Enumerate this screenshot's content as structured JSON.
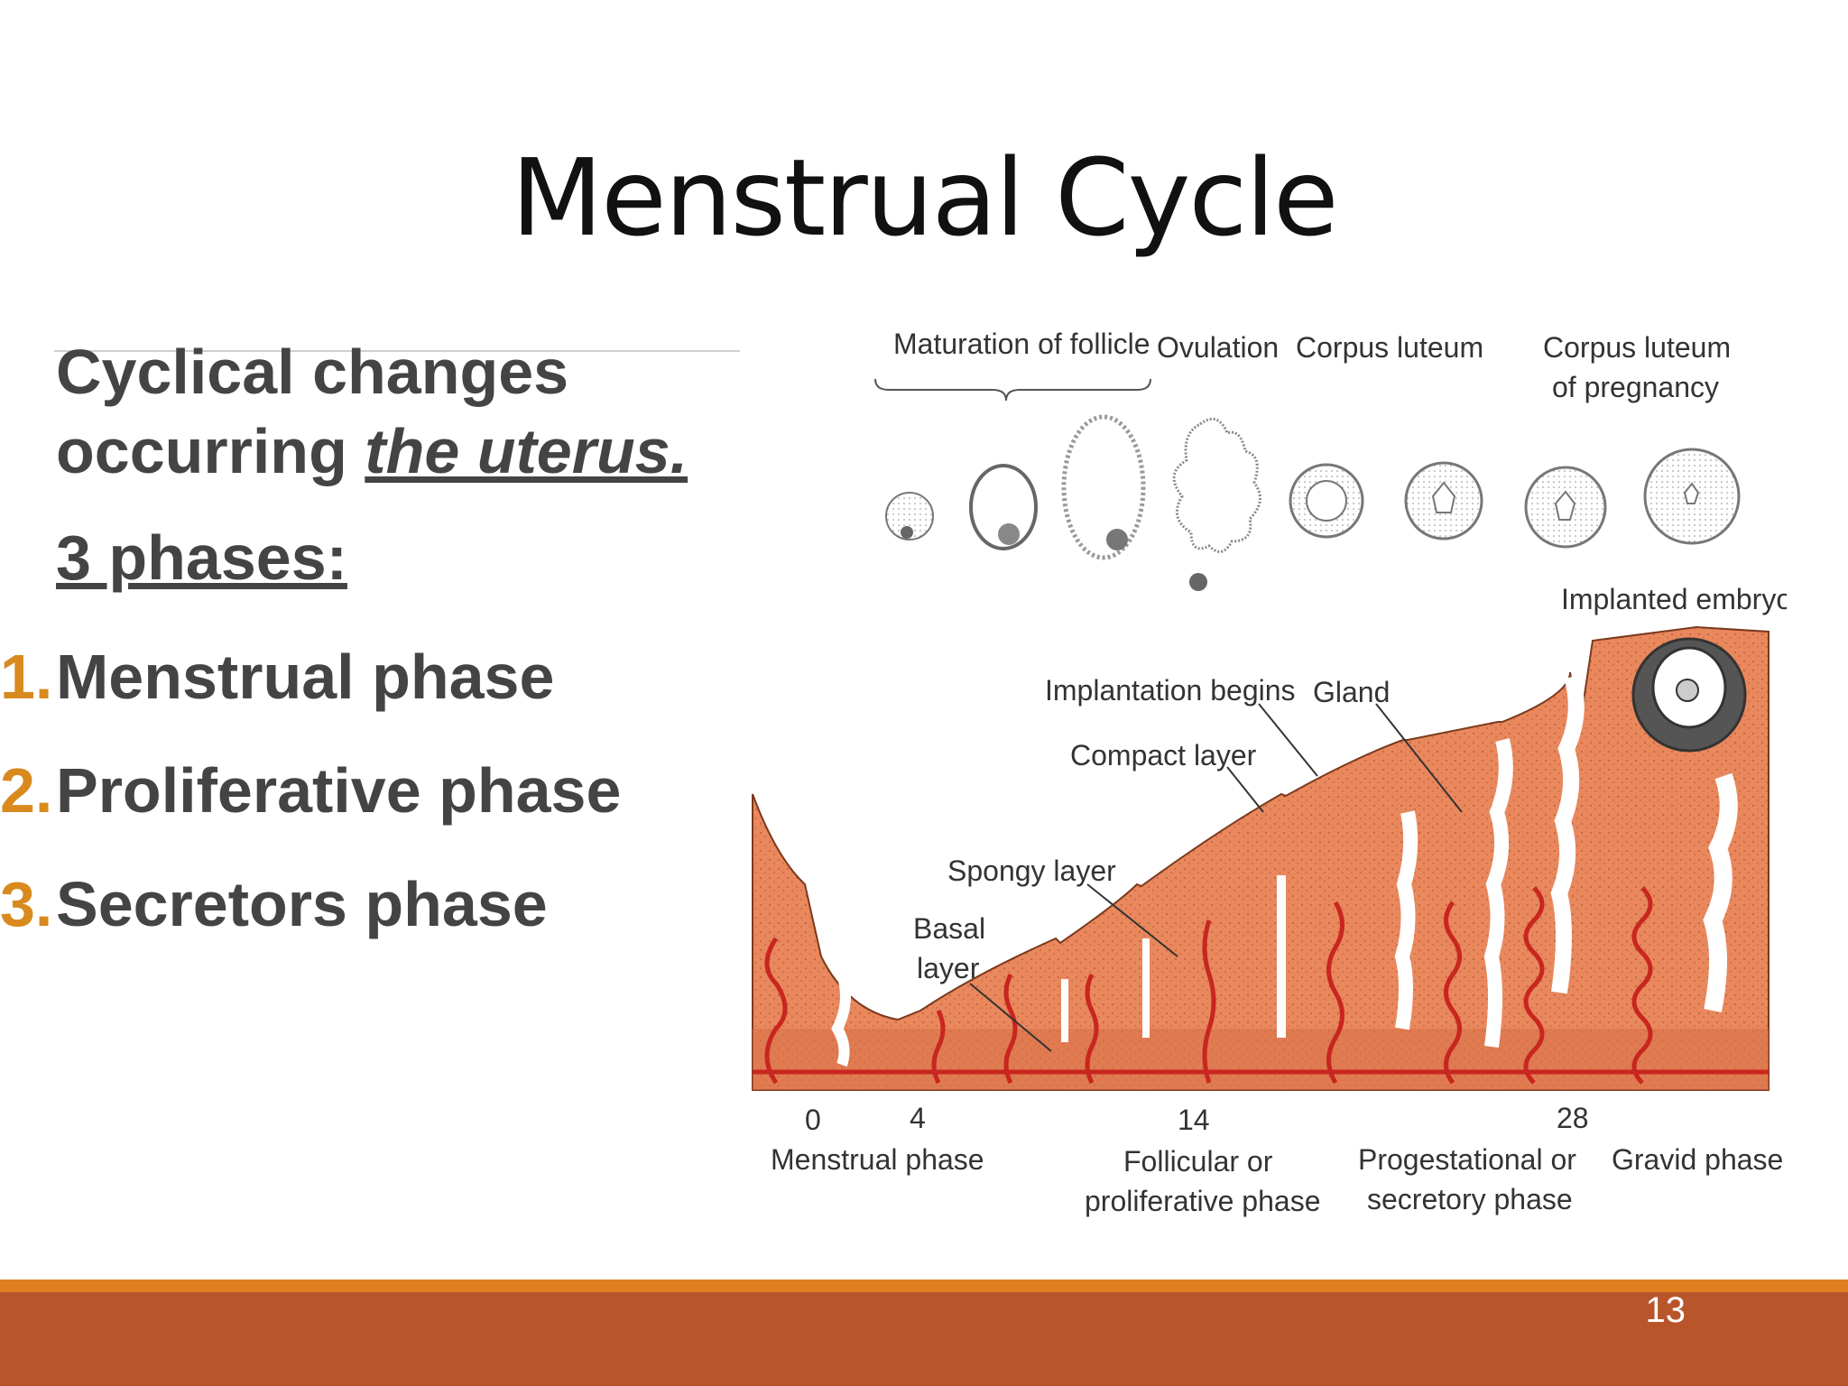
{
  "title": "Menstrual Cycle",
  "intro": {
    "line1": "Cyclical changes",
    "line2_plain": "occurring ",
    "line2_emph": "the uterus."
  },
  "phases_heading": "3 phases:",
  "phases": [
    {
      "num": "1.",
      "label": "Menstrual phase"
    },
    {
      "num": "2.",
      "label": "Proliferative phase"
    },
    {
      "num": "3.",
      "label": "Secretors phase"
    }
  ],
  "diagram": {
    "ovary_labels": {
      "maturation": "Maturation of follicle",
      "ovulation": "Ovulation",
      "corpus_luteum": "Corpus luteum",
      "corpus_luteum_preg_1": "Corpus luteum",
      "corpus_luteum_preg_2": "of pregnancy"
    },
    "annotations": {
      "implanted_embryo": "Implanted embryo",
      "implantation_begins": "Implantation begins",
      "gland": "Gland",
      "compact_layer": "Compact layer",
      "spongy_layer": "Spongy layer",
      "basal_1": "Basal",
      "basal_2": "layer"
    },
    "day_ticks": [
      "0",
      "4",
      "14",
      "28"
    ],
    "phase_labels": {
      "menstrual": "Menstrual phase",
      "follicular_1": "Follicular or",
      "follicular_2": "proliferative phase",
      "progestational_1": "Progestational or",
      "progestational_2": "secretory phase",
      "gravid": "Gravid phase"
    }
  },
  "page_number": "13",
  "colors": {
    "accent_orange": "#e07f1f",
    "footer": "#b8552a",
    "tissue": "#e8845a",
    "vessel": "#c8261f"
  }
}
